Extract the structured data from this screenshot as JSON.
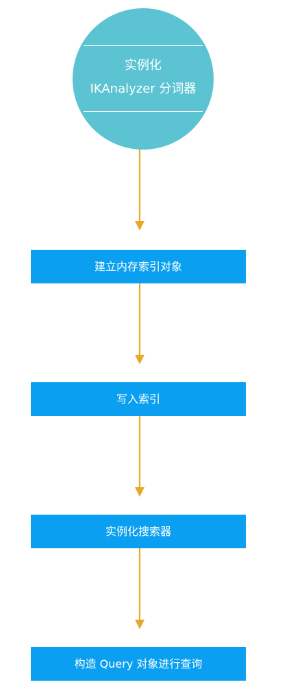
{
  "diagram": {
    "start_node": {
      "line1": "实例化",
      "line2": "IKAnalyzer 分词器"
    },
    "steps": [
      {
        "label": "建立内存索引对象"
      },
      {
        "label": "写入索引"
      },
      {
        "label": "实例化搜索器"
      },
      {
        "label": "构造 Query 对象进行查询"
      }
    ],
    "colors": {
      "circle": "#5bc3d1",
      "box": "#0a9ff0",
      "arrow": "#e8a82a",
      "text": "#ffffff"
    }
  }
}
